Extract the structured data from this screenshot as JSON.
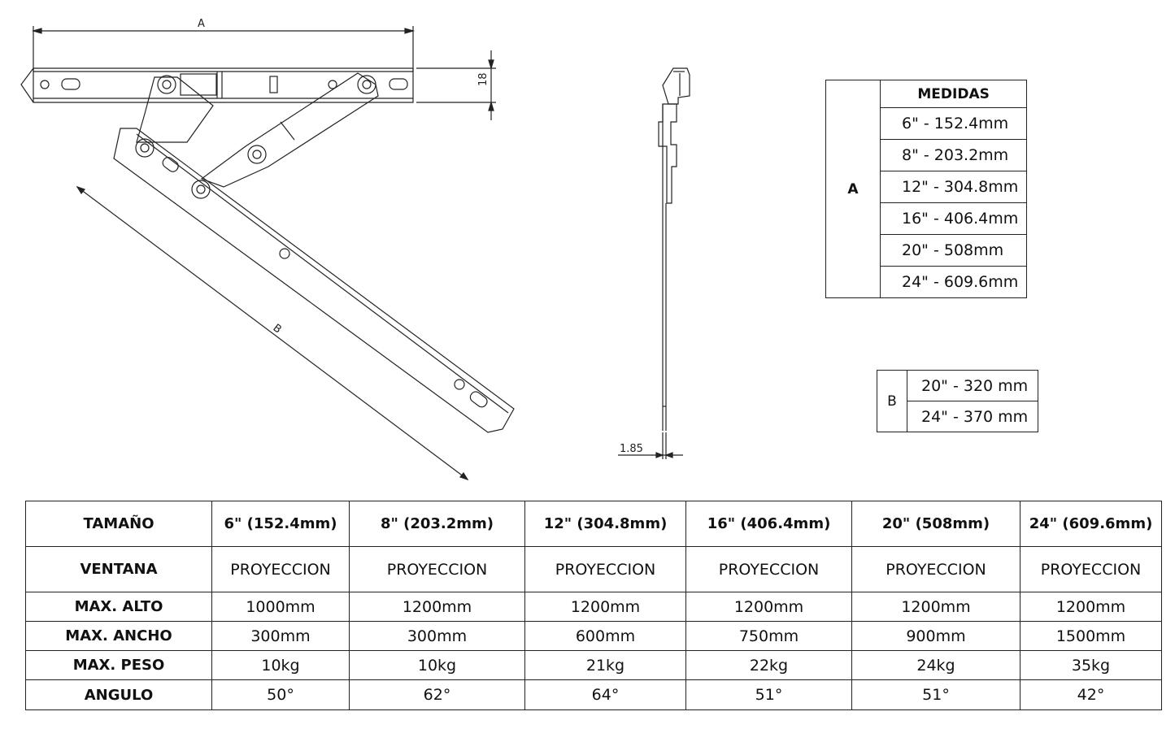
{
  "drawing": {
    "dim_a_label": "A",
    "dim_b_label": "B",
    "dim_height_label": "18",
    "dim_thickness_label": "1.85"
  },
  "table_a": {
    "label": "A",
    "header": "MEDIDAS",
    "rows": [
      "6\"  -  152.4mm",
      "8\"  -  203.2mm",
      "12\" - 304.8mm",
      "16\" - 406.4mm",
      "20\" - 508mm",
      "24\" - 609.6mm"
    ]
  },
  "table_b": {
    "label": "B",
    "rows": [
      "20\" - 320 mm",
      "24\" - 370 mm"
    ]
  },
  "spec_table": {
    "headers": [
      "TAMAÑO",
      "6\" (152.4mm)",
      "8\" (203.2mm)",
      "12\" (304.8mm)",
      "16\" (406.4mm)",
      "20\" (508mm)",
      "24\" (609.6mm)"
    ],
    "rows": [
      {
        "label": "VENTANA",
        "values": [
          "PROYECCION",
          "PROYECCION",
          "PROYECCION",
          "PROYECCION",
          "PROYECCION",
          "PROYECCION"
        ]
      },
      {
        "label": "MAX. ALTO",
        "values": [
          "1000mm",
          "1200mm",
          "1200mm",
          "1200mm",
          "1200mm",
          "1200mm"
        ]
      },
      {
        "label": "MAX. ANCHO",
        "values": [
          "300mm",
          "300mm",
          "600mm",
          "750mm",
          "900mm",
          "1500mm"
        ]
      },
      {
        "label": "MAX. PESO",
        "values": [
          "10kg",
          "10kg",
          "21kg",
          "22kg",
          "24kg",
          "35kg"
        ]
      },
      {
        "label": "ANGULO",
        "values": [
          "50°",
          "62°",
          "64°",
          "51°",
          "51°",
          "42°"
        ]
      }
    ]
  }
}
